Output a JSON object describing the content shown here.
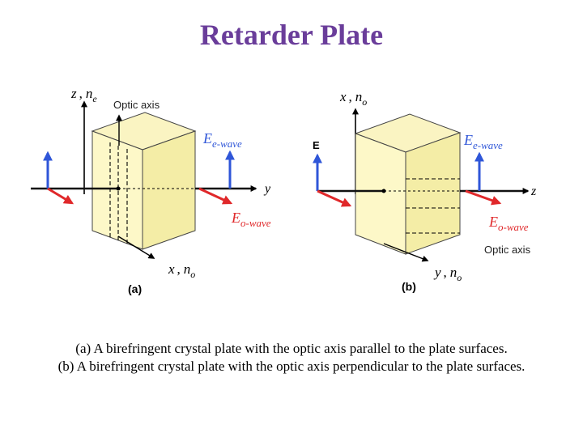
{
  "title": "Retarder Plate",
  "colors": {
    "title": "#6a3d9a",
    "plate_front": "#fdf8c8",
    "plate_side": "#f4eda6",
    "plate_top": "#faf4c2",
    "e_wave": "#2f56d8",
    "o_wave": "#e0282a",
    "axis": "#000000"
  },
  "diagram_a": {
    "panel_label": "(a)",
    "z_axis": {
      "var": "z",
      "sep": ",",
      "n": "n",
      "sub": "e"
    },
    "optic_axis_label": "Optic axis",
    "e_wave": {
      "E": "E",
      "sub": "e-wave"
    },
    "o_wave": {
      "E": "E",
      "sub": "o-wave"
    },
    "y_label": "y",
    "x_axis": {
      "var": "x",
      "sep": ",",
      "n": "n",
      "sub": "o"
    }
  },
  "diagram_b": {
    "panel_label": "(b)",
    "x_axis": {
      "var": "x",
      "sep": ",",
      "n": "n",
      "sub": "o"
    },
    "e_field_label": "E",
    "e_wave": {
      "E": "E",
      "sub": "e-wave"
    },
    "o_wave": {
      "E": "E",
      "sub": "o-wave"
    },
    "z_label": "z",
    "optic_axis_label": "Optic axis",
    "y_axis": {
      "var": "y",
      "sep": ",",
      "n": "n",
      "sub": "o"
    }
  },
  "caption": {
    "line_a": "(a) A birefringent crystal plate with the optic axis parallel to the plate surfaces.",
    "line_b": "(b) A birefringent crystal plate with the optic axis perpendicular to the plate surfaces."
  }
}
